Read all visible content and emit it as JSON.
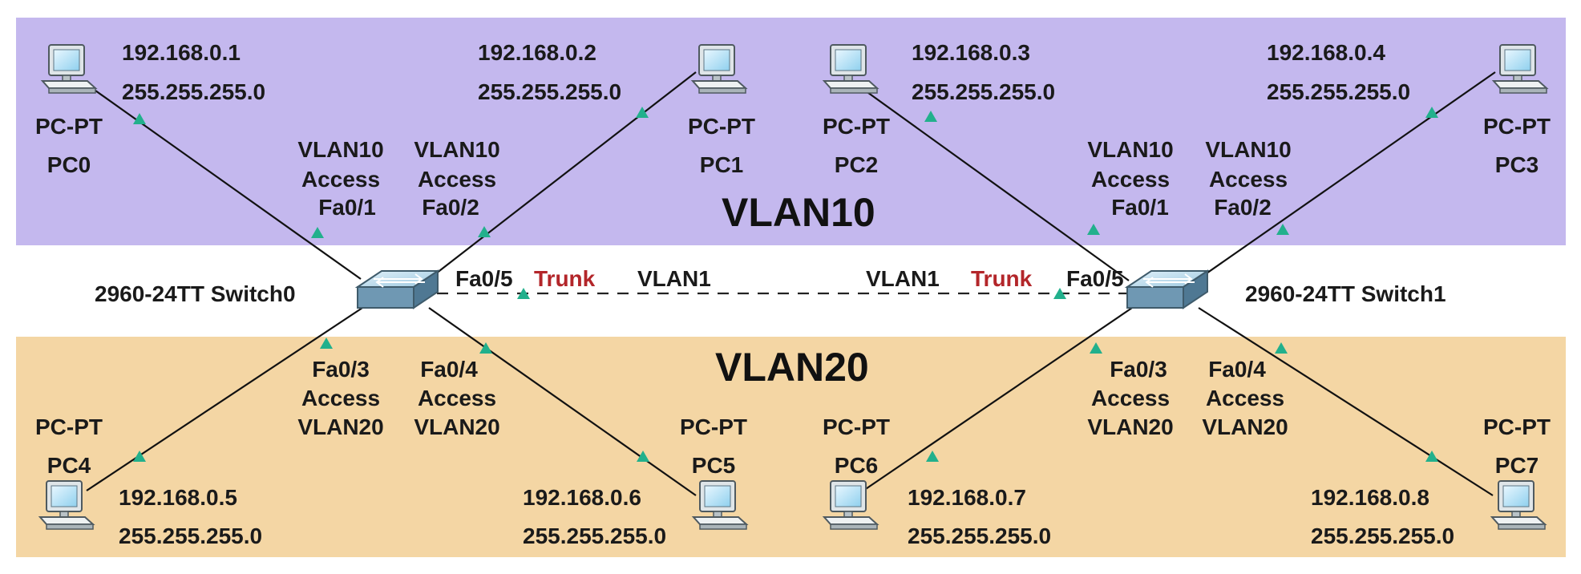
{
  "colors": {
    "vlan10_band": "#c4b8ee",
    "vlan20_band": "#f4d6a4",
    "trunk_text": "#b3262a",
    "link_marker": "#22b08c"
  },
  "zones": {
    "top_label": "VLAN10",
    "bottom_label": "VLAN20"
  },
  "switches": [
    {
      "id": "sw0",
      "label": "2960-24TT  Switch0",
      "trunk_port": "Fa0/5",
      "trunk_text": "Trunk",
      "vlan_text": "VLAN1"
    },
    {
      "id": "sw1",
      "label": "2960-24TT  Switch1",
      "trunk_port": "Fa0/5",
      "trunk_text": "Trunk",
      "vlan_text": "VLAN1"
    }
  ],
  "pcs": [
    {
      "type": "PC-PT",
      "name": "PC0",
      "ip": "192.168.0.1",
      "mask": "255.255.255.0",
      "port_lines": [
        "VLAN10",
        "Access",
        "Fa0/1"
      ]
    },
    {
      "type": "PC-PT",
      "name": "PC1",
      "ip": "192.168.0.2",
      "mask": "255.255.255.0",
      "port_lines": [
        "VLAN10",
        "Access",
        "Fa0/2"
      ]
    },
    {
      "type": "PC-PT",
      "name": "PC2",
      "ip": "192.168.0.3",
      "mask": "255.255.255.0",
      "port_lines": [
        "VLAN10",
        "Access",
        "Fa0/1"
      ]
    },
    {
      "type": "PC-PT",
      "name": "PC3",
      "ip": "192.168.0.4",
      "mask": "255.255.255.0",
      "port_lines": [
        "VLAN10",
        "Access",
        "Fa0/2"
      ]
    },
    {
      "type": "PC-PT",
      "name": "PC4",
      "ip": "192.168.0.5",
      "mask": "255.255.255.0",
      "port_lines": [
        "Fa0/3",
        "Access",
        "VLAN20"
      ]
    },
    {
      "type": "PC-PT",
      "name": "PC5",
      "ip": "192.168.0.6",
      "mask": "255.255.255.0",
      "port_lines": [
        "Fa0/4",
        "Access",
        "VLAN20"
      ]
    },
    {
      "type": "PC-PT",
      "name": "PC6",
      "ip": "192.168.0.7",
      "mask": "255.255.255.0",
      "port_lines": [
        "Fa0/3",
        "Access",
        "VLAN20"
      ]
    },
    {
      "type": "PC-PT",
      "name": "PC7",
      "ip": "192.168.0.8",
      "mask": "255.255.255.0",
      "port_lines": [
        "Fa0/4",
        "Access",
        "VLAN20"
      ]
    }
  ]
}
